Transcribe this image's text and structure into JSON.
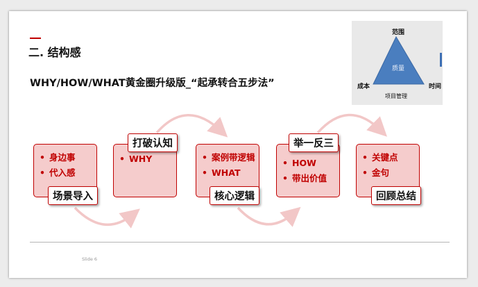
{
  "slide": {
    "section_title": "二. 结构感",
    "subtitle": "WHY/HOW/WHAT黄金圈升级版_“起承转合五步法”",
    "slide_number": "Slide 6"
  },
  "triangle_diagram": {
    "top_label": "范围",
    "center_label": "质量",
    "left_label": "成本",
    "right_label": "时间",
    "caption": "项目管理",
    "fill_color": "#4a7ebf"
  },
  "steps": [
    {
      "tag": "场景导入",
      "bullets": [
        "身边事",
        "代入感"
      ]
    },
    {
      "tag": "打破认知",
      "bullets": [
        "WHY"
      ]
    },
    {
      "tag": "核心逻辑",
      "bullets": [
        "案例带逻辑",
        "WHAT"
      ]
    },
    {
      "tag": "举一反三",
      "bullets": [
        "HOW",
        "带出价值"
      ]
    },
    {
      "tag": "回顾总结",
      "bullets": [
        "关键点",
        "金句"
      ]
    }
  ],
  "colors": {
    "accent_red": "#c00000",
    "box_fill": "#f5cccc",
    "arc_color": "#f2c7c7"
  }
}
